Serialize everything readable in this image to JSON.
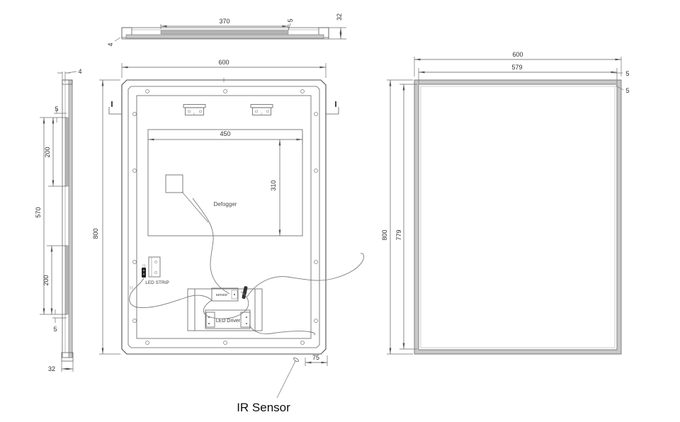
{
  "views": {
    "top": {
      "strip_length": "370",
      "strip_offset": "5",
      "depth": "32",
      "glass_thickness": "4"
    },
    "side": {
      "glass_thickness": "4",
      "gap_top": "5",
      "strip_top": "200",
      "span": "570",
      "strip_bottom": "200",
      "gap_bottom": "5",
      "depth": "32"
    },
    "back": {
      "width": "600",
      "height": "800",
      "defogger_width": "450",
      "defogger_height": "310",
      "defogger_label": "Defogger",
      "led_strip_label": "LED STRIP",
      "sensor_label": "sensor",
      "led_driver_label": "LED Driver",
      "sensor_offset": "75",
      "ir_sensor_label": "IR Sensor"
    },
    "front": {
      "width": "600",
      "inner_width": "579",
      "frame_side": "5",
      "frame_top": "5",
      "height": "800",
      "inner_height": "779"
    }
  }
}
